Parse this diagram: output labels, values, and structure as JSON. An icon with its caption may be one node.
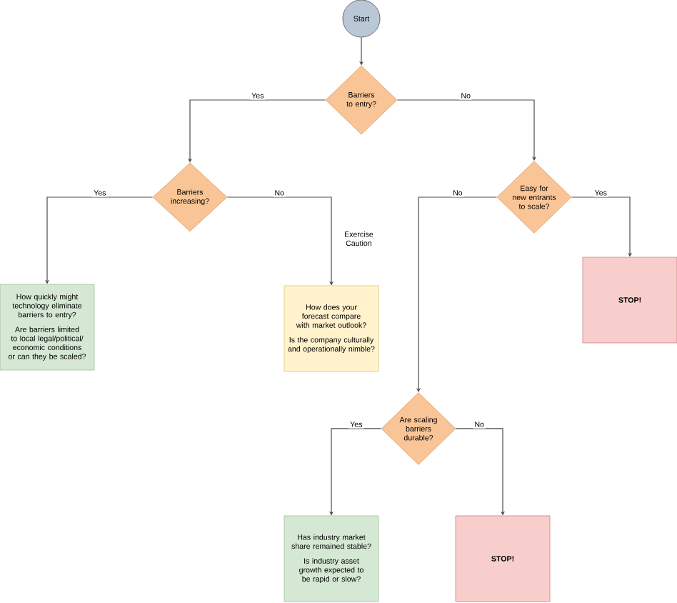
{
  "diagram": {
    "nodes": [
      {
        "text": [
          "Start"
        ]
      },
      {
        "text": [
          "Barriers to entry?"
        ]
      },
      {
        "text": [
          "Barriers increasing?"
        ]
      },
      {
        "text": [
          "Easy for new entrants to scale?"
        ]
      },
      {
        "text": [
          "How quickly might technology eliminate barriers to entry?",
          "Are barriers limited to local legal/political/ economic conditions or can they be scaled?"
        ]
      },
      {
        "text": [
          "How does your forecast compare with market outlook?",
          "Is the company culturally and operationally nimble?"
        ]
      },
      {
        "text": [
          "STOP!"
        ]
      },
      {
        "text": [
          "Are scaling barriers durable?"
        ]
      },
      {
        "text": [
          "Has industry market share remained stable?",
          "Is industry asset growth expected to be rapid or slow?"
        ]
      },
      {
        "text": [
          "STOP!"
        ]
      }
    ],
    "edges": [
      {
        "from": 0,
        "to": 1,
        "arrow": "to"
      },
      {
        "from": 1,
        "to": 2,
        "arrow": "to",
        "label": "Yes"
      },
      {
        "from": 1,
        "to": 3,
        "arrow": "to",
        "label": "No"
      },
      {
        "from": 2,
        "to": 4,
        "arrow": "to",
        "label": "Yes"
      },
      {
        "from": 2,
        "to": 5,
        "arrow": "to",
        "label": "No"
      },
      {
        "from": 3,
        "to": 7,
        "arrow": "to",
        "label": "No"
      },
      {
        "from": 3,
        "to": 6,
        "arrow": "to",
        "label": "Yes"
      },
      {
        "from": 7,
        "to": 8,
        "arrow": "to",
        "label": "Yes"
      },
      {
        "from": 7,
        "to": 9,
        "arrow": "to",
        "label": "No"
      }
    ],
    "labels": [
      "Exercise Caution"
    ]
  }
}
